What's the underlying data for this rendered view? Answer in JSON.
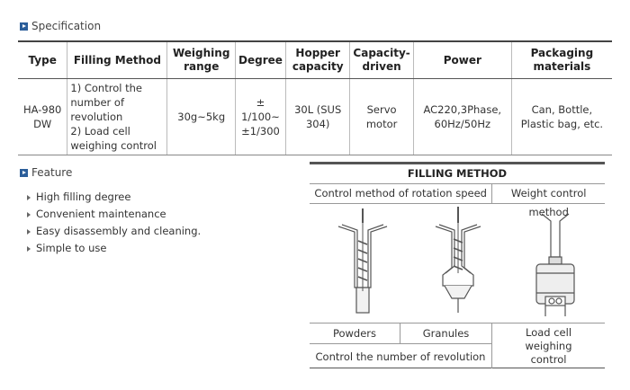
{
  "specification": {
    "title": "Specification",
    "headers": [
      "Type",
      "Filling Method",
      "Weighing range",
      "Degree",
      "Hopper capacity",
      "Capacity-driven",
      "Power",
      "Packaging materials"
    ],
    "row": {
      "type": "HA-980 DW",
      "filling_method_1": "1) Control the number of revolution",
      "filling_method_2": "2) Load cell weighing control",
      "weighing_range": "30g~5kg",
      "degree": "± 1/100~ ±1/300",
      "hopper_capacity": "30L (SUS 304)",
      "capacity_driven": "Servo motor",
      "power": "AC220,3Phase, 60Hz/50Hz",
      "packaging_materials": "Can, Bottle, Plastic bag, etc."
    }
  },
  "feature": {
    "title": "Feature",
    "items": [
      "High filling degree",
      "Convenient maintenance",
      "Easy disassembly and cleaning.",
      "Simple to use"
    ]
  },
  "filling_method": {
    "title": "FILLING METHOD",
    "col_rotation": "Control method of rotation speed",
    "col_weight": "Weight control method",
    "powders": "Powders",
    "granules": "Granules",
    "control_revolution": "Control the number of revolution",
    "load_cell": "Load cell weighing control"
  }
}
